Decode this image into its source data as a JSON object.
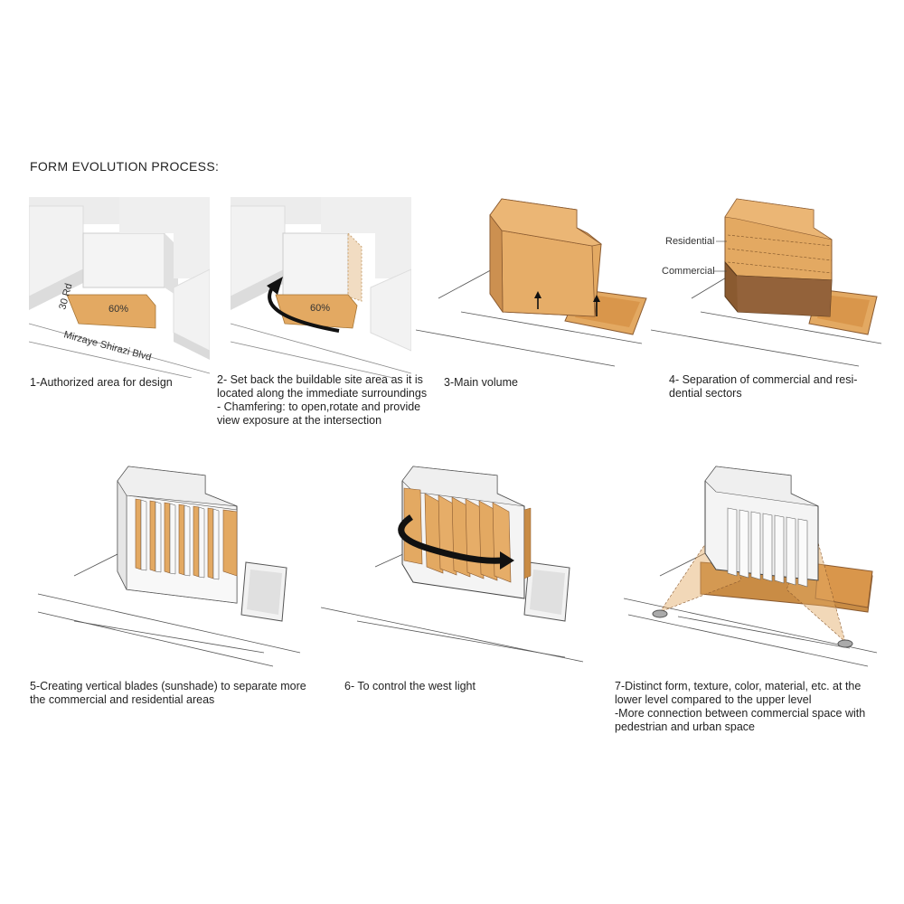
{
  "title": "FORM EVOLUTION PROCESS:",
  "steps": [
    {
      "id": 1,
      "lines": [
        "1-Authorized area for design"
      ],
      "labels": {
        "area": "60%",
        "road_side": "30 Rd",
        "road_front": "Mirzaye Shirazi Blvd"
      }
    },
    {
      "id": 2,
      "lines": [
        "2- Set back the buildable site area as it is",
        "located along the immediate surroundings",
        " - Chamfering: to open,rotate and provide",
        "view exposure at the intersection"
      ],
      "labels": {
        "area": "60%"
      }
    },
    {
      "id": 3,
      "lines": [
        "3-Main volume"
      ]
    },
    {
      "id": 4,
      "lines": [
        "4- Separation of commercial and resi-",
        "dential sectors"
      ],
      "labels": {
        "upper": "Residential",
        "lower": "Commercial"
      }
    },
    {
      "id": 5,
      "lines": [
        "5-Creating vertical blades (sunshade) to separate more",
        "the commercial and residential areas"
      ]
    },
    {
      "id": 6,
      "lines": [
        "6- To control the west light"
      ]
    },
    {
      "id": 7,
      "lines": [
        "7-Distinct form, texture, color, material, etc. at the",
        "lower level compared to the upper level",
        " -More connection between commercial space with",
        "pedestrian and urban space"
      ]
    }
  ],
  "colors": {
    "volume": "#e3a962",
    "volume_dark": "#c98c45",
    "commercial": "#8a5a30",
    "white": "#f4f4f4",
    "edge": "#555555"
  }
}
